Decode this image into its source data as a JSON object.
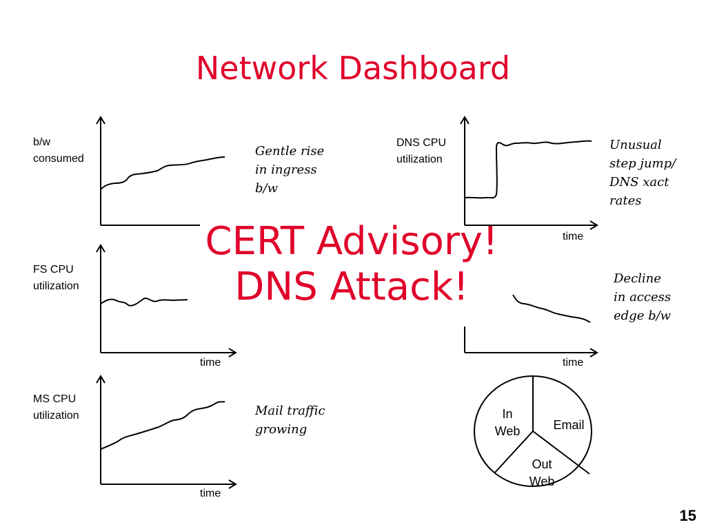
{
  "title": "Network Dashboard",
  "page_number": "15",
  "alert": {
    "line1": "CERT Advisory!",
    "line2": "DNS Attack!"
  },
  "panels": {
    "bw": {
      "ylabel": "b/w\nconsumed",
      "note": "Gentle rise\nin ingress\nb/w"
    },
    "fs": {
      "ylabel": "FS CPU\nutilization",
      "xlabel": "time"
    },
    "ms": {
      "ylabel": "MS CPU\nutilization",
      "xlabel": "time",
      "note": "Mail traffic\ngrowing"
    },
    "dns": {
      "ylabel": "DNS CPU\nutilization",
      "xlabel": "time",
      "note": "Unusual\nstep jump/\nDNS xact\nrates"
    },
    "edge": {
      "xlabel": "time",
      "note": "Decline\nin access\nedge b/w"
    }
  },
  "pie": {
    "labels": {
      "in_web": "In\nWeb",
      "email": "Email",
      "out_web": "Out\nWeb"
    }
  },
  "colors": {
    "accent": "#e0002a"
  }
}
